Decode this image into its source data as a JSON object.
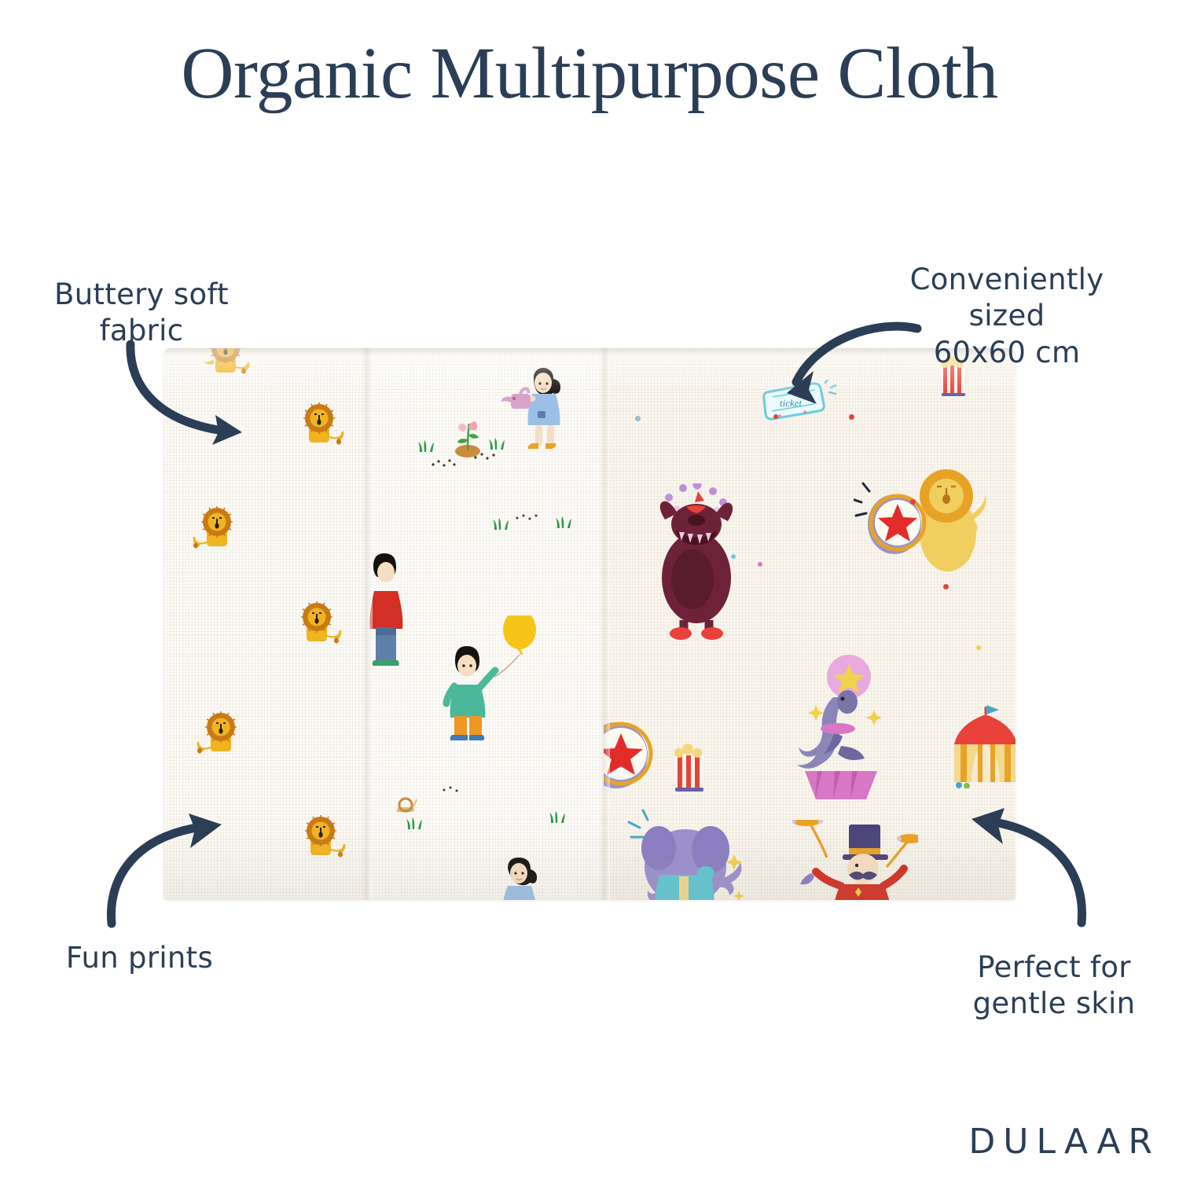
{
  "page": {
    "title": "Organic Multipurpose Cloth",
    "background_color": "#ffffff",
    "ink_color": "#2b3e56"
  },
  "brand": {
    "name": "DULAAR"
  },
  "annotations": [
    {
      "id": "buttery-soft-fabric",
      "line1": "Buttery soft",
      "line2": "fabric",
      "arrow": "curved-arrow-down-right"
    },
    {
      "id": "conveniently-sized",
      "line1": "Conveniently sized",
      "line2": "60x60 cm",
      "arrow": "curved-arrow-down-left"
    },
    {
      "id": "fun-prints",
      "line1": "Fun prints",
      "line2": "",
      "arrow": "curved-arrow-up-right"
    },
    {
      "id": "perfect-for-gentle-skin",
      "line1": "Perfect for",
      "line2": "gentle skin",
      "arrow": "curved-arrow-up-left"
    }
  ],
  "product": {
    "name": "Organic Multipurpose Cloth",
    "size": "60x60 cm",
    "panels": [
      {
        "id": "lions",
        "print_name": "lion-print",
        "base_color": "#fcfaf5",
        "motifs": [
          "lion",
          "lion",
          "lion",
          "lion",
          "lion",
          "lion"
        ]
      },
      {
        "id": "garden",
        "print_name": "garden-children-print",
        "base_color": "#fdfcf8",
        "motifs": [
          "girl-watering-can",
          "flower",
          "grass-tuft",
          "boy-red-shirt",
          "child-with-balloon",
          "yellow-balloon",
          "snail",
          "girl-bottom"
        ]
      },
      {
        "id": "circus",
        "print_name": "circus-print",
        "base_color": "#faf6ee",
        "motifs": [
          "ticket",
          "popcorn-box",
          "juggling-bear",
          "lion-with-hoop",
          "balancing-seal",
          "elephant",
          "ringmaster",
          "circus-tent",
          "drum"
        ]
      }
    ],
    "palette": {
      "lion_body": "#f0b421",
      "lion_mane": "#c97a15",
      "bear_body": "#6e2239",
      "seal_body": "#8c86b8",
      "pedestal_pink": "#d877c4",
      "elephant_purple": "#9b8fcf",
      "ticket_blue": "#6fc9dd",
      "popcorn_red": "#e8423a",
      "star_red": "#e32b2b",
      "girl_dress_blue": "#9cc0e5",
      "cloth_cream": "#fbf8f2"
    }
  }
}
